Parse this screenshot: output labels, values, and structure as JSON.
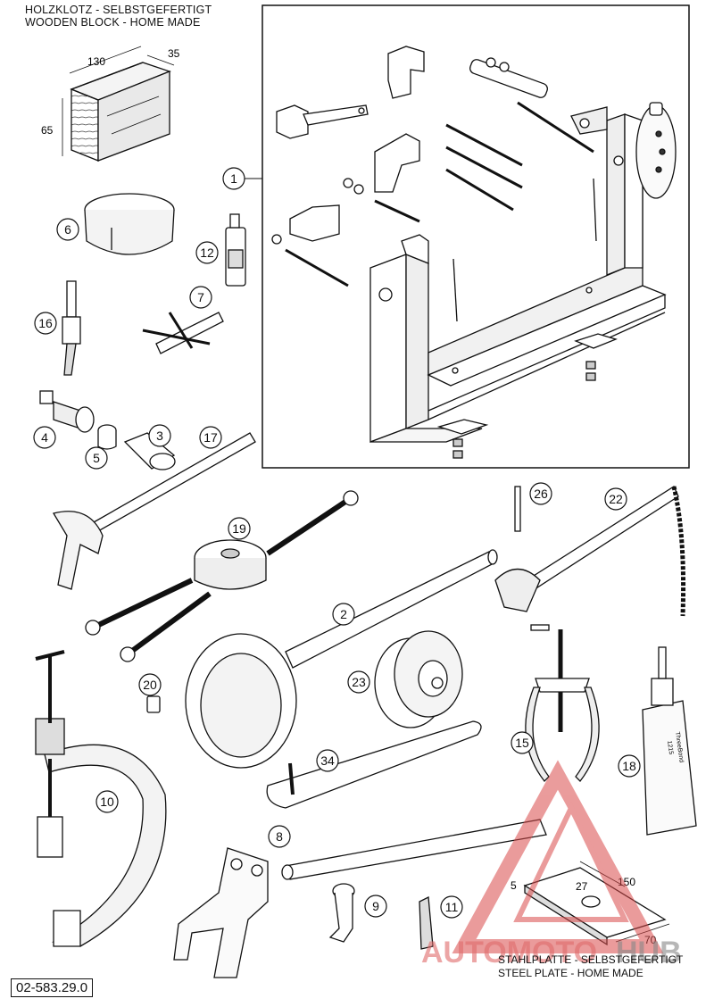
{
  "header": {
    "line1": "HOLZKLOTZ - SELBSTGEFERTIGT",
    "line2": "WOODEN BLOCK - HOME MADE"
  },
  "wood_block": {
    "length": "130",
    "width": "35",
    "height": "65"
  },
  "steel_plate": {
    "line1": "STAHLPLATTE - SELBSTGEFERTIGT",
    "line2": "STEEL PLATE - HOME MADE",
    "dim_thickness": "5",
    "dim_hole": "27",
    "dim_length": "150",
    "dim_width": "70"
  },
  "part_number": "02-583.29.0",
  "watermark": {
    "text_a": "AUTOMOTO",
    "text_b": "HUB",
    "color": "#d94a4a"
  },
  "callouts": [
    "1",
    "2",
    "3",
    "4",
    "5",
    "6",
    "7",
    "8",
    "9",
    "10",
    "11",
    "12",
    "15",
    "16",
    "17",
    "18",
    "19",
    "20",
    "22",
    "23",
    "26",
    "34"
  ],
  "tube_label": {
    "line1": "ThreeBond",
    "line2": "1215"
  }
}
